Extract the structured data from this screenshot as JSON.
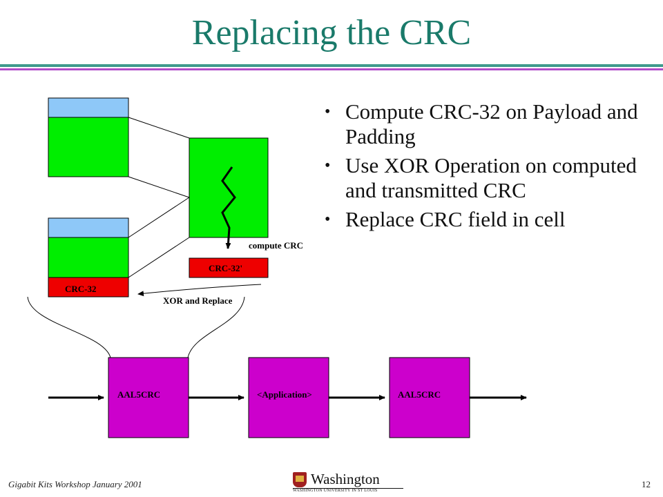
{
  "slide": {
    "title": "Replacing the CRC",
    "bullets": [
      "Compute CRC-32 on Payload and Padding",
      "Use XOR Operation on computed and transmitted CRC",
      "Replace CRC field in cell"
    ]
  },
  "diagram": {
    "crc_field_label": "CRC-32",
    "computed_crc_label": "CRC-32'",
    "compute_label": "compute CRC",
    "xor_label": "XOR and Replace",
    "pipeline": [
      "AAL5CRC",
      "<Application>",
      "AAL5CRC"
    ]
  },
  "colors": {
    "title": "#1a7a6a",
    "header": "#8ec8f8",
    "payload": "#00ee00",
    "crc": "#ee0000",
    "module": "#cc00cc"
  },
  "footer": {
    "left": "Gigabit Kits Workshop January 2001",
    "page": "12",
    "logo_name": "Washington",
    "logo_sub": "WASHINGTON UNIVERSITY IN ST LOUIS"
  }
}
